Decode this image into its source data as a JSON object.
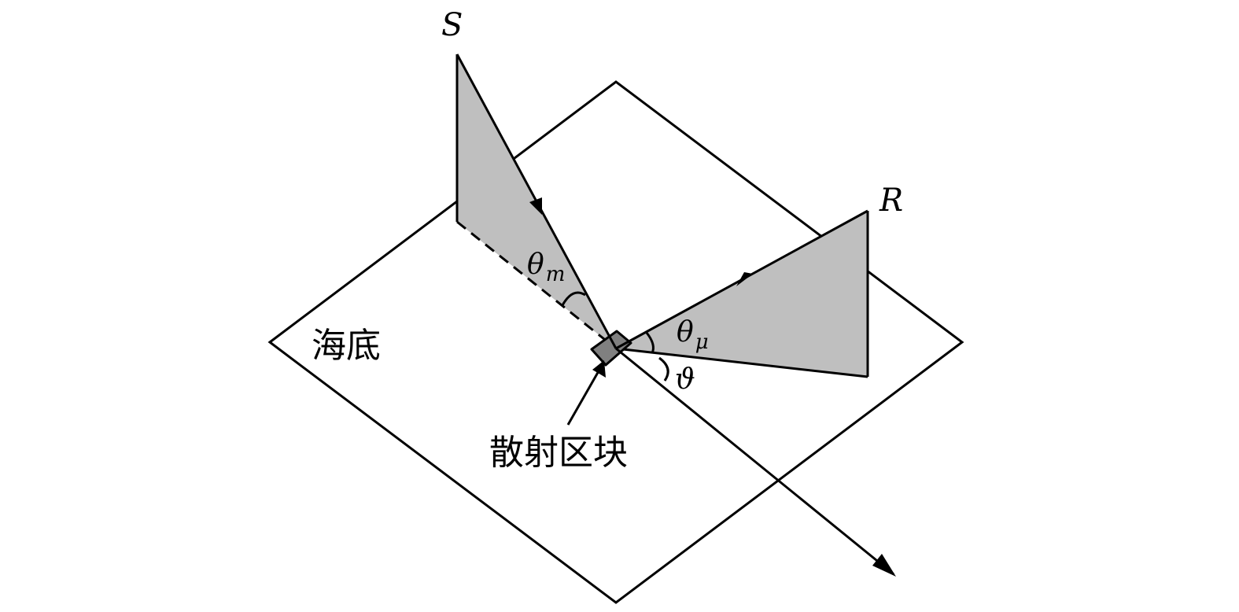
{
  "labels": {
    "source": "S",
    "receiver": "R",
    "seabed": "海底",
    "scatter_patch": "散射区块",
    "theta_m_base": "θ",
    "theta_m_sub": "m",
    "theta_mu_base": "θ",
    "theta_mu_sub": "μ",
    "azimuth": "ϑ"
  },
  "colors": {
    "stroke": "#000000",
    "plane_fill": "#bfbfbf",
    "patch_fill": "#808080",
    "background": "#ffffff"
  }
}
